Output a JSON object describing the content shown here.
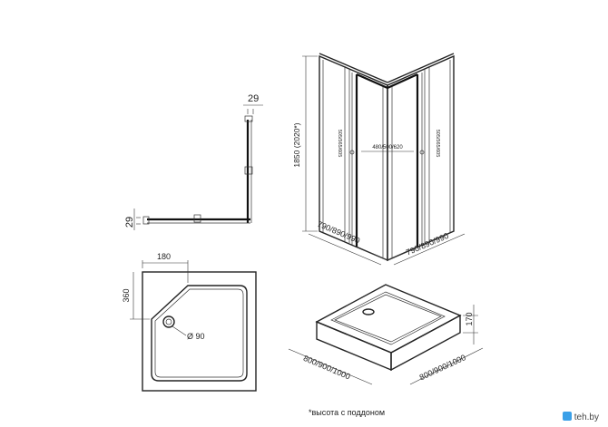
{
  "profile_view": {
    "dim_top": "29",
    "dim_left": "29"
  },
  "enclosure_view": {
    "height": "1850 (2020*)",
    "left_width": "790/890/990",
    "right_width": "790/890/990",
    "door_left": "505/565/605",
    "door_center": "480/500/620",
    "door_right": "505/565/605"
  },
  "tray_plan": {
    "dim_180": "180",
    "dim_360": "360",
    "drain": "Ø 90"
  },
  "tray_iso": {
    "height": "170",
    "width_left": "800/900/1000",
    "width_right": "800/900/1000"
  },
  "footnote": "*высота с поддоном",
  "watermark": "teh.by"
}
